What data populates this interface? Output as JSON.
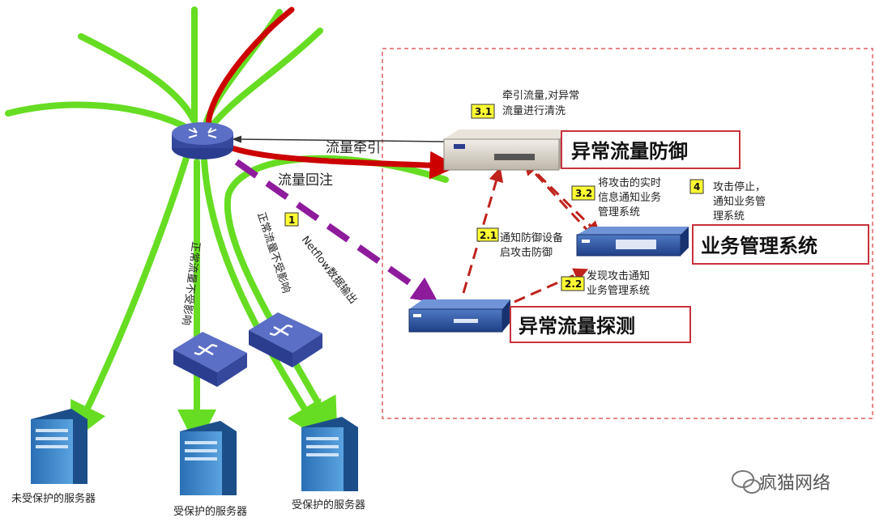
{
  "labels": {
    "redirect": "流量牵引",
    "reinject": "流量回注",
    "netflow": "Netflow数据输出",
    "normal_unaffected_1": "正常流量不受影响",
    "normal_unaffected_2": "正常流量不受影响"
  },
  "devices": {
    "defense": "异常流量防御",
    "mgmt": "业务管理系统",
    "detect": "异常流量探测"
  },
  "servers": {
    "unprotected": "未受保护的服务器",
    "protected_1": "受保护的服务器",
    "protected_2": "受保护的服务器"
  },
  "steps": [
    {
      "num": "1",
      "lines": []
    },
    {
      "num": "2.1",
      "lines": [
        "通知防御设备",
        "启攻击防御"
      ]
    },
    {
      "num": "2.2",
      "lines": [
        "发现攻击通知",
        "业务管理系统"
      ]
    },
    {
      "num": "3.1",
      "lines": [
        "牵引流量,对异常",
        "流量进行清洗"
      ]
    },
    {
      "num": "3.2",
      "lines": [
        "将攻击的实时",
        "信息通知业务",
        "管理系统"
      ]
    },
    {
      "num": "4",
      "lines": [
        "攻击停止，",
        "通知业务管",
        "理系统"
      ]
    }
  ],
  "watermark": "疯猫网络",
  "colors": {
    "green": "#66dd22",
    "red": "#cc0000",
    "purple": "#8e1a9c",
    "darkred": "#c0221c",
    "box_border": "#c8323c",
    "step_bg": "#ffff33"
  }
}
